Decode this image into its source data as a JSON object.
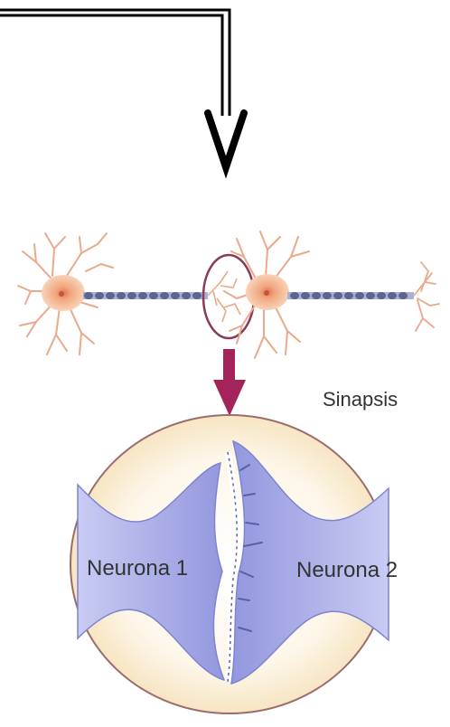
{
  "diagram": {
    "synapse_label": "Sinapsis",
    "neuron1_label": "Neurona 1",
    "neuron2_label": "Neurona 2"
  },
  "colors": {
    "arrow_line": "#000000",
    "neuron_body": "#f4b183",
    "neuron_nucleus": "#e2735a",
    "dendrite": "#e9a98a",
    "axon": "#8a93b8",
    "axon_bead": "#5b6694",
    "magnify_circle": "#8b3a55",
    "pointer_arrow": "#a3245a",
    "ellipse_border": "#9a6c6a",
    "ellipse_glow": "#f7e5c3",
    "terminal_fill": "#a9ade8",
    "cleft": "#ffffff"
  }
}
